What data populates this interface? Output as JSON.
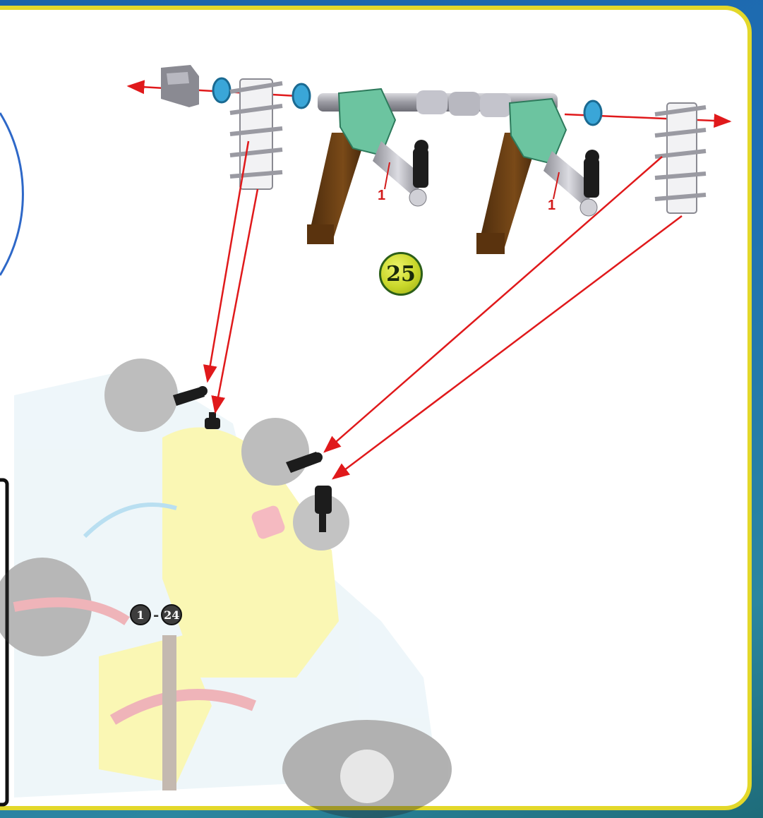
{
  "step": {
    "number": "25"
  },
  "previous_steps": {
    "from": "1",
    "separator": "-",
    "to": "24"
  },
  "part_callouts": [
    {
      "label": "1"
    },
    {
      "label": "1"
    }
  ],
  "colors": {
    "frame_blue": "#1f6fb4",
    "panel_border": "#e3d82a",
    "arrow": "#e0191b",
    "badge_fill": "#c9d72a",
    "spacer": "#3aa6d8",
    "clip_green": "#6cc4a0",
    "pillar_brown": "#6b3d12",
    "pin_black": "#1c1c1c"
  },
  "icons": [
    "step-badge-icon",
    "assembly-arrow-icon",
    "gear-connector-icon",
    "spacer-ring-icon",
    "pin-icon",
    "end-cap-icon"
  ]
}
